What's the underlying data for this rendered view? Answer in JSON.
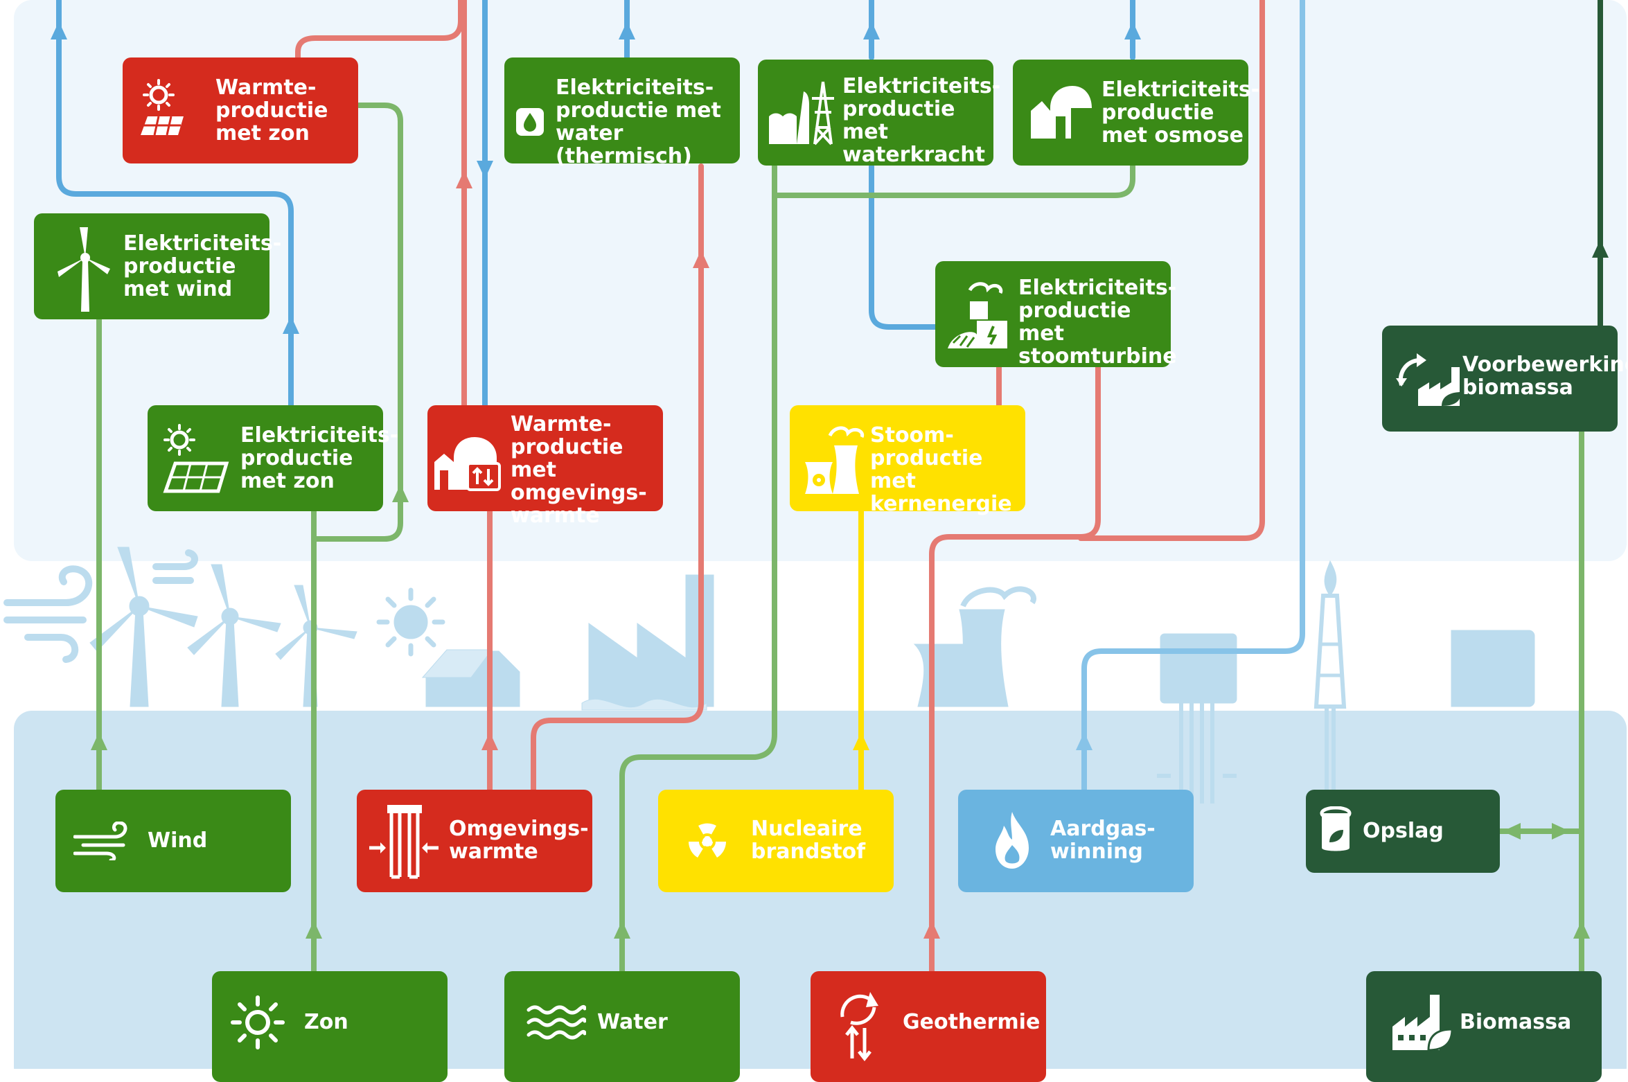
{
  "colors": {
    "green": "#3a8a17",
    "red": "#d52b1e",
    "yellow": "#ffe100",
    "blue": "#6ab4e0",
    "dark_green": "#275937",
    "line_green": "#7cb66a",
    "line_red": "#e57a72",
    "line_blue": "#5aa9dd",
    "line_light_blue": "#87c3e8",
    "line_dark_green": "#275937",
    "bg_top": "#eef6fc",
    "bg_bottom": "#cde4f2",
    "silhouette": "#bcdcee"
  },
  "nodes": {
    "warmte_zon": {
      "label": "Warmte-\nproductie\nmet zon",
      "icon": "sun-solar-panel-icon"
    },
    "elek_water_thermisch": {
      "label": "Elektriciteits-\nproductie met\nwater (thermisch)",
      "icon": "water-drop-icon"
    },
    "elek_waterkracht": {
      "label": "Elektriciteits-\nproductie met\nwaterkracht",
      "icon": "dam-pylon-icon"
    },
    "elek_osmose": {
      "label": "Elektriciteits-\nproductie\nmet osmose",
      "icon": "osmosis-plant-icon"
    },
    "elek_wind": {
      "label": "Elektriciteits-\nproductie\nmet wind",
      "icon": "wind-turbine-icon"
    },
    "elek_stoomturbine": {
      "label": "Elektriciteits-\nproductie met\nstoomturbine",
      "icon": "steam-turbine-icon"
    },
    "voorbewerking_biomassa": {
      "label": "Voorbewerking\nbiomassa",
      "icon": "recycle-factory-icon"
    },
    "elek_zon": {
      "label": "Elektriciteits-\nproductie\nmet zon",
      "icon": "sun-solar-panel-icon"
    },
    "warmte_omgevingswarmte": {
      "label": "Warmte-\nproductie met\nomgevings-\nwarmte",
      "icon": "heat-pump-icon"
    },
    "stoom_kernenergie": {
      "label": "Stoom-\nproductie met\nkernenergie",
      "icon": "nuclear-plant-icon"
    },
    "wind": {
      "label": "Wind",
      "icon": "wind-icon"
    },
    "omgevingswarmte": {
      "label": "Omgevings-\nwarmte",
      "icon": "ground-heat-icon"
    },
    "nucleaire_brandstof": {
      "label": "Nucleaire\nbrandstof",
      "icon": "radiation-icon"
    },
    "aardgaswinning": {
      "label": "Aardgas-\nwinning",
      "icon": "flame-icon"
    },
    "opslag": {
      "label": "Opslag",
      "icon": "storage-tank-icon"
    },
    "zon": {
      "label": "Zon",
      "icon": "sun-icon"
    },
    "water": {
      "label": "Water",
      "icon": "waves-icon"
    },
    "geothermie": {
      "label": "Geothermie",
      "icon": "geothermal-cycle-icon"
    },
    "biomassa": {
      "label": "Biomassa",
      "icon": "factory-leaf-icon"
    }
  }
}
